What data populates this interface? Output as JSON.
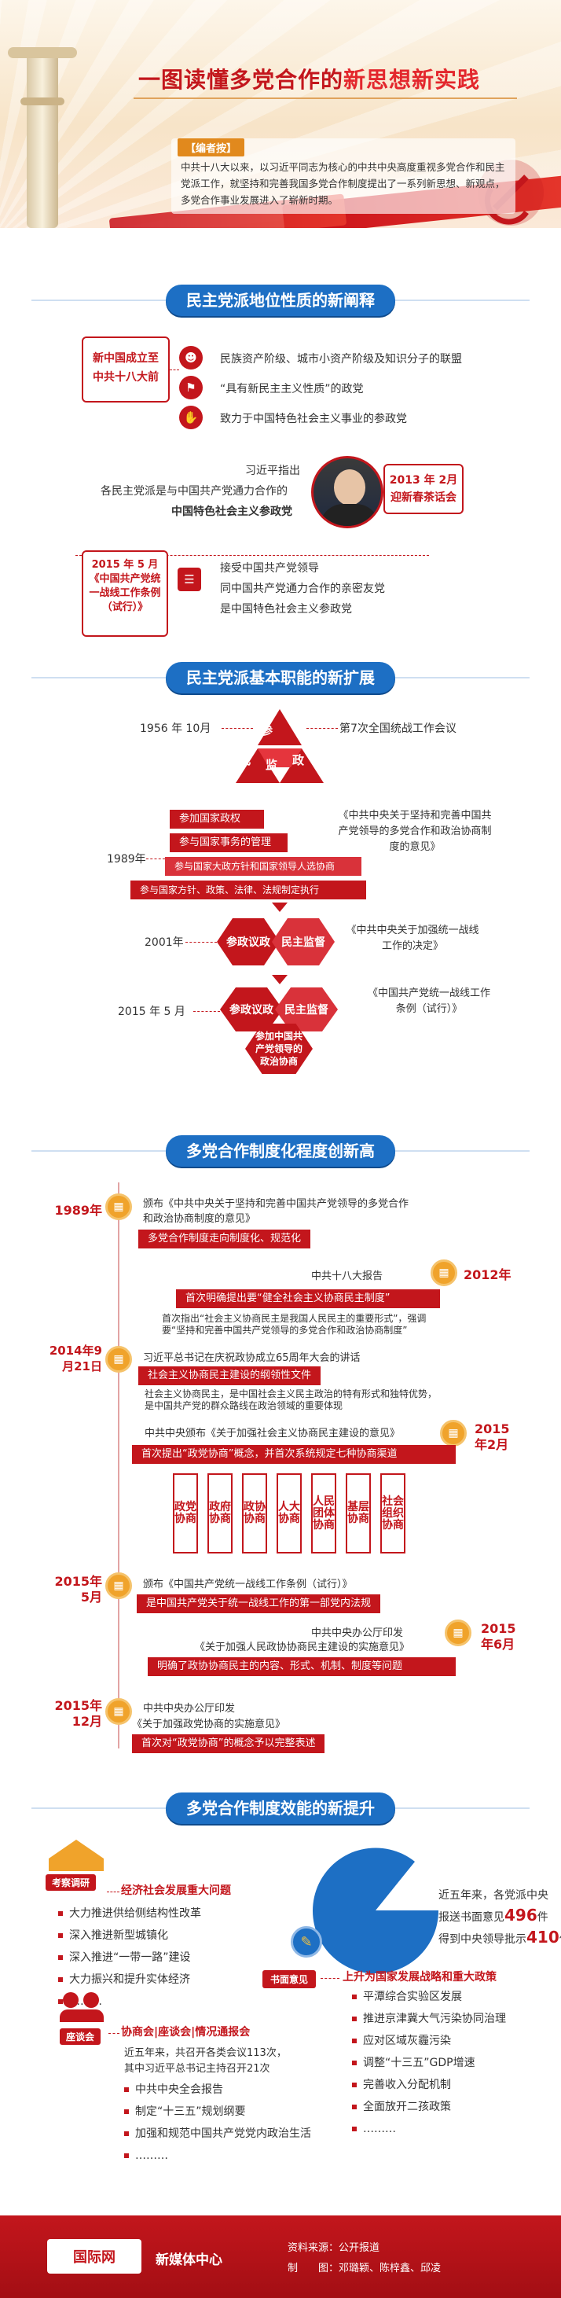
{
  "header": {
    "title_part1": "一图读懂多党合作的",
    "title_part2": "新思想新实践",
    "note_tag": "【编者按】",
    "note_text": "中共十八大以来，以习近平同志为核心的中共中央高度重视多党合作和民主党派工作，就坚持和完善我国多党合作制度提出了一系列新思想、新观点，多党合作事业发展进入了崭新时期。"
  },
  "section1": {
    "title": "民主党派地位性质的新阐释",
    "left_box": "新中国成立至中共十八大前",
    "items": [
      "民族资产阶级、城市小资产阶级及知识分子的联盟",
      "“具有新民主主义性质”的政党",
      "致力于中国特色社会主义事业的参政党"
    ],
    "xi_line1": "习近平指出",
    "xi_line2": "各民主党派是与中国共产党通力合作的",
    "xi_line3": "中国特色社会主义参政党",
    "right_box_date": "2013 年 2月",
    "right_box_event": "迎新春茶话会",
    "left_box2_date": "2015 年 5 月",
    "left_box2_doc": "《中国共产党统一战线工作条例（试行）》",
    "items2": [
      "接受中国共产党领导",
      "同中国共产党通力合作的亲密友党",
      "是中国特色社会主义参政党"
    ]
  },
  "section2": {
    "title": "民主党派基本职能的新扩展",
    "tri": [
      "参",
      "代",
      "监",
      "政"
    ],
    "date1": "1956 年 10月",
    "event1": "第7次全国统战工作会议",
    "bars": [
      "参加国家政权",
      "参与国家事务的管理",
      "参与国家大政方针和国家领导人选协商",
      "参与国家方针、政策、法律、法规制定执行"
    ],
    "doc1989": "《中共中央关于坚持和完善中国共产党领导的多党合作和政治协商制度的意见》",
    "date1989": "1989年",
    "date2001": "2001年",
    "hex2001": [
      "参政议政",
      "民主监督"
    ],
    "doc2001": "《中共中央关于加强统一战线工作的决定》",
    "date2015": "2015 年 5 月",
    "hex2015": [
      "参政议政",
      "民主监督",
      "参加中国共产党领导的政治协商"
    ],
    "doc2015": "《中国共产党统一战线工作条例（试行）》"
  },
  "section3": {
    "title": "多党合作制度化程度创新高",
    "e1_year": "1989年",
    "e1_text": "颁布《中共中央关于坚持和完善中国共产党领导的多党合作和政治协商制度的意见》",
    "e1_bar": "多党合作制度走向制度化、规范化",
    "e2_year": "2012年",
    "e2_text": "中共十八大报告",
    "e2_bar": "首次明确提出要“健全社会主义协商民主制度”",
    "e2_sub": "首次指出“社会主义协商民主是我国人民民主的重要形式”，强调要“坚持和完善中国共产党领导的多党合作和政治协商制度”",
    "e3_year": "2014年9月21日",
    "e3_text": "习近平总书记在庆祝政协成立65周年大会的讲话",
    "e3_bar": "社会主义协商民主建设的纲领性文件",
    "e3_sub": "社会主义协商民主，是中国社会主义民主政治的特有形式和独特优势，是中国共产党的群众路线在政治领域的重要体现",
    "e4_year": "2015年2月",
    "e4_text": "中共中央颁布《关于加强社会主义协商民主建设的意见》",
    "e4_bar": "首次提出“政党协商”概念，并首次系统规定七种协商渠道",
    "channels": [
      "政党协商",
      "政府协商",
      "政协协商",
      "人大协商",
      "人民团体协商",
      "基层协商",
      "社会组织协商"
    ],
    "e5_year": "2015年5月",
    "e5_text": "颁布《中国共产党统一战线工作条例（试行）》",
    "e5_bar": "是中国共产党关于统一战线工作的第一部党内法规",
    "e6_year": "2015年6月",
    "e6_text1": "中共中央办公厅印发",
    "e6_text2": "《关于加强人民政协协商民主建设的实施意见》",
    "e6_bar": "明确了政协协商民主的内容、形式、机制、制度等问题",
    "e7_year": "2015年12月",
    "e7_text1": "中共中央办公厅印发",
    "e7_text2": "《关于加强政党协商的实施意见》",
    "e7_bar": "首次对“政党协商”的概念予以完整表述"
  },
  "section4": {
    "title": "多党合作制度效能的新提升",
    "label1": "考察调研",
    "head1": "经济社会发展重大问题",
    "list1": [
      "大力推进供给侧结构性改革",
      "深入推进新型城镇化",
      "深入推进“一带一路”建设",
      "大力振兴和提升实体经济",
      "………"
    ],
    "pie_text1": "近五年来，各党派中央",
    "pie_text2a": "报送书面意见",
    "pie_num1": "496",
    "pie_text2b": "件",
    "pie_text3a": "得到中央领导批示",
    "pie_num2": "410",
    "pie_text3b": "件",
    "label2": "书面意见",
    "head2": "上升为国家发展战略和重大政策",
    "list2": [
      "平潭综合实验区发展",
      "推进京津冀大气污染协同治理",
      "应对区域灰霾污染",
      "调整“十三五”GDP增速",
      "完善收入分配机制",
      "全面放开二孩政策",
      "………"
    ],
    "label3": "座谈会",
    "head3": "协商会|座谈会|情况通报会",
    "s4_text1": "近五年来，共召开各类会议113次，",
    "s4_text2": "其中习近平总书记主持召开21次",
    "list3": [
      "中共中央全会报告",
      "制定“十三五”规划纲要",
      "加强和规范中国共产党党内政治生活",
      "………"
    ]
  },
  "footer": {
    "logo": "国际网",
    "center": "新媒体中心",
    "source": "资料来源：公开报道",
    "credit": "制　　图：邓璐颖、陈梓鑫、邱凌"
  }
}
